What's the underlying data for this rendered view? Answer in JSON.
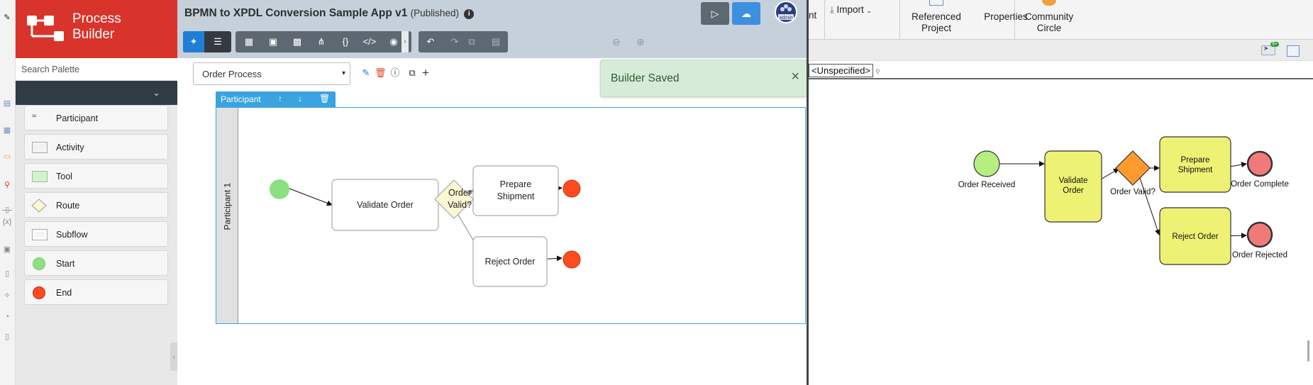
{
  "strip_icons": [
    "edit-icon",
    "document-icon",
    "table-icon",
    "monitor-icon",
    "hierarchy-icon",
    "page-icon",
    "variable-icon",
    "image-icon",
    "file-icon",
    "plugin-icon",
    "gauge-icon",
    "notes-icon"
  ],
  "strip_glyphs": [
    "✎",
    "▤",
    "▦",
    "▭",
    "⚲",
    "▯",
    "{x}",
    "▣",
    "▯",
    "✧",
    "◔",
    "▯"
  ],
  "brand": {
    "line1": "Process",
    "line2": "Builder",
    "color": "#d9342b"
  },
  "search": {
    "placeholder": "Search Palette"
  },
  "palette": {
    "items": [
      {
        "label": "Participant",
        "icon": "swimlane-icon"
      },
      {
        "label": "Activity",
        "icon": "activity-icon"
      },
      {
        "label": "Tool",
        "icon": "tool-icon"
      },
      {
        "label": "Route",
        "icon": "route-icon"
      },
      {
        "label": "Subflow",
        "icon": "subflow-icon"
      },
      {
        "label": "Start",
        "icon": "start-icon"
      },
      {
        "label": "End",
        "icon": "end-icon"
      }
    ]
  },
  "header": {
    "title": "BPMN to XPDL Conversion Sample App v1",
    "status": "(Published)"
  },
  "user": {
    "avatar_label": "admin"
  },
  "process": {
    "selected": "Order Process"
  },
  "toast": {
    "message": "Builder Saved"
  },
  "pool": {
    "header": "Participant",
    "lane": "Participant 1"
  },
  "builder_diagram": {
    "activities": [
      "Validate Order",
      "Prepare",
      "Shipment",
      "Reject Order"
    ],
    "route": [
      "Order",
      "Valid?"
    ]
  },
  "eclipse": {
    "ribbon": {
      "partial": "nt",
      "import": "Import",
      "referenced": [
        "Referenced",
        "Project"
      ],
      "properties": "Properties",
      "community": [
        "Community",
        "Circle"
      ]
    },
    "performer_filter": "<Unspecified>",
    "notification_count": "9+",
    "diagram": {
      "nodes": {
        "start": "Order Received",
        "validate": [
          "Validate",
          "Order"
        ],
        "gateway": "Order Valid?",
        "prepare": [
          "Prepare",
          "Shipment"
        ],
        "reject": "Reject Order",
        "end_complete": "Order Complete",
        "end_rejected": "Order Rejected"
      }
    }
  },
  "colors": {
    "accent_blue": "#1f7fd6",
    "toolbar_dark": "#5d6872",
    "toast_bg": "#d6ecd8",
    "start_green": "#8be07f",
    "end_red": "#ff4b1f",
    "eclipse_task": "#eef274",
    "eclipse_gateway": "#ff9a2e",
    "eclipse_end": "#f07a7a"
  }
}
